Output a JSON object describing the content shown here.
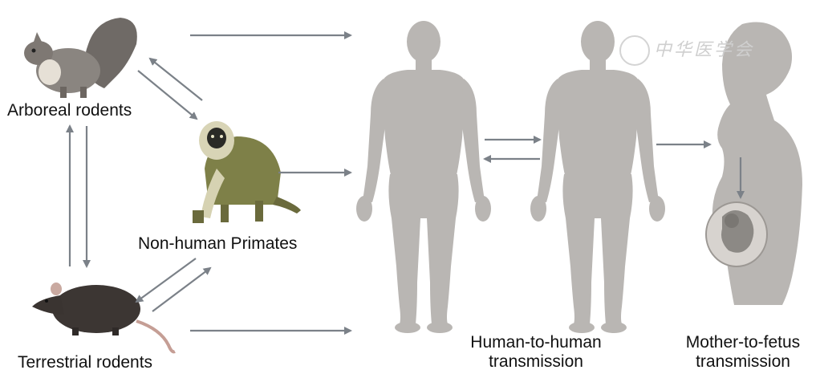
{
  "labels": {
    "arboreal_rodents": "Arboreal rodents",
    "non_human_primates": "Non-human Primates",
    "terrestrial_rodents": "Terrestrial rodents",
    "human_to_human_line1": "Human-to-human",
    "human_to_human_line2": "transmission",
    "mother_to_fetus_line1": "Mother-to-fetus",
    "mother_to_fetus_line2": "transmission"
  },
  "watermark": "中华医学会",
  "colors": {
    "arrow": "#7b8188",
    "silhouette": "#b9b6b3",
    "silhouette_dark": "#a9a6a3",
    "text": "#111111"
  }
}
